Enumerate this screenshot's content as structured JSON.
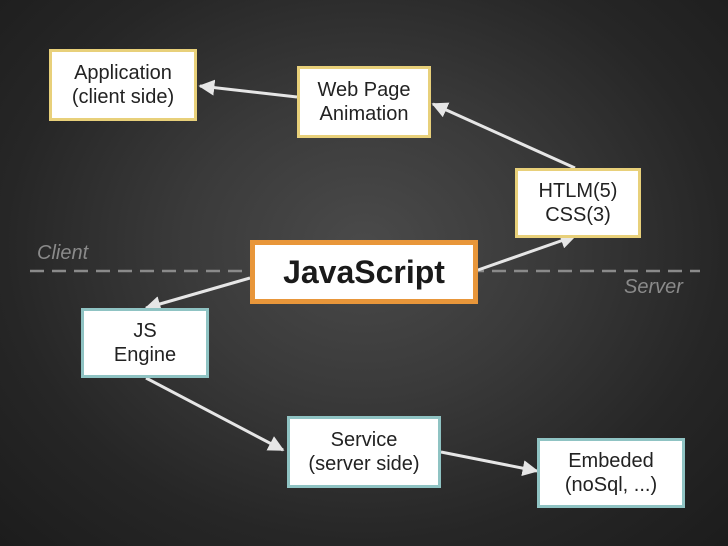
{
  "zones": {
    "client": "Client",
    "server": "Server"
  },
  "nodes": {
    "application": {
      "line1": "Application",
      "line2": "(client side)"
    },
    "web_page_animation": {
      "line1": "Web Page",
      "line2": "Animation"
    },
    "html_css": {
      "line1": "HTLM(5)",
      "line2": "CSS(3)"
    },
    "javascript": {
      "label": "JavaScript"
    },
    "js_engine": {
      "line1": "JS",
      "line2": "Engine"
    },
    "service": {
      "line1": "Service",
      "line2": "(server side)"
    },
    "embeded": {
      "line1": "Embeded",
      "line2": "(noSql, ...)"
    }
  },
  "colors": {
    "client_border": "#e8d07a",
    "server_border": "#8fc3c3",
    "core_border": "#e8963a",
    "arrow": "#e6e6e6",
    "divider": "#8a8a8a"
  }
}
